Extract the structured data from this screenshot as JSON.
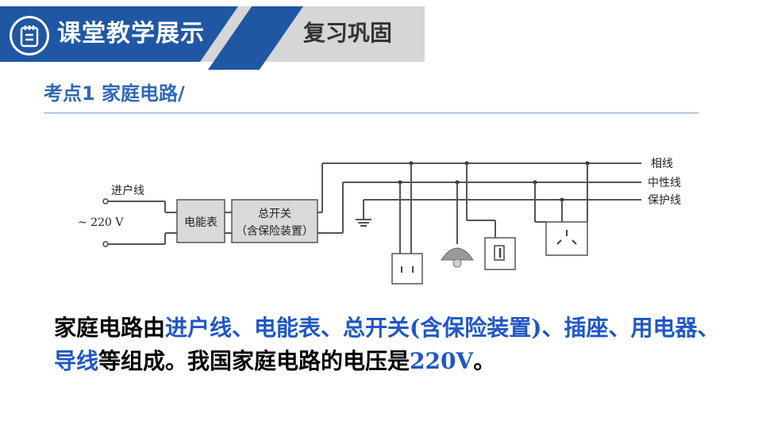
{
  "header": {
    "title": "课堂教学展示",
    "subtitle": "复习巩固",
    "icon": "notepad-icon"
  },
  "section": {
    "title": "考点1  家庭电路/"
  },
  "diagram": {
    "labels": {
      "incoming": "进户线",
      "voltage": "~ 220 V",
      "meter": "电能表",
      "main_switch": "总开关",
      "main_switch_note": "（含保险装置）",
      "live_wire": "相线",
      "neutral_wire": "中性线",
      "earth_wire": "保护线"
    }
  },
  "description": {
    "p1": "家庭电路由",
    "h1": "进户线、电能表、总开关(含保险装置)、插座、用电器、导线",
    "p2": "等组成。我国家庭电路的电压是",
    "h2": "220V",
    "p3": "。"
  },
  "colors": {
    "brand_blue": "#1f57a4",
    "highlight_blue": "#1f57c6",
    "header_gray": "#d6d6d6"
  }
}
